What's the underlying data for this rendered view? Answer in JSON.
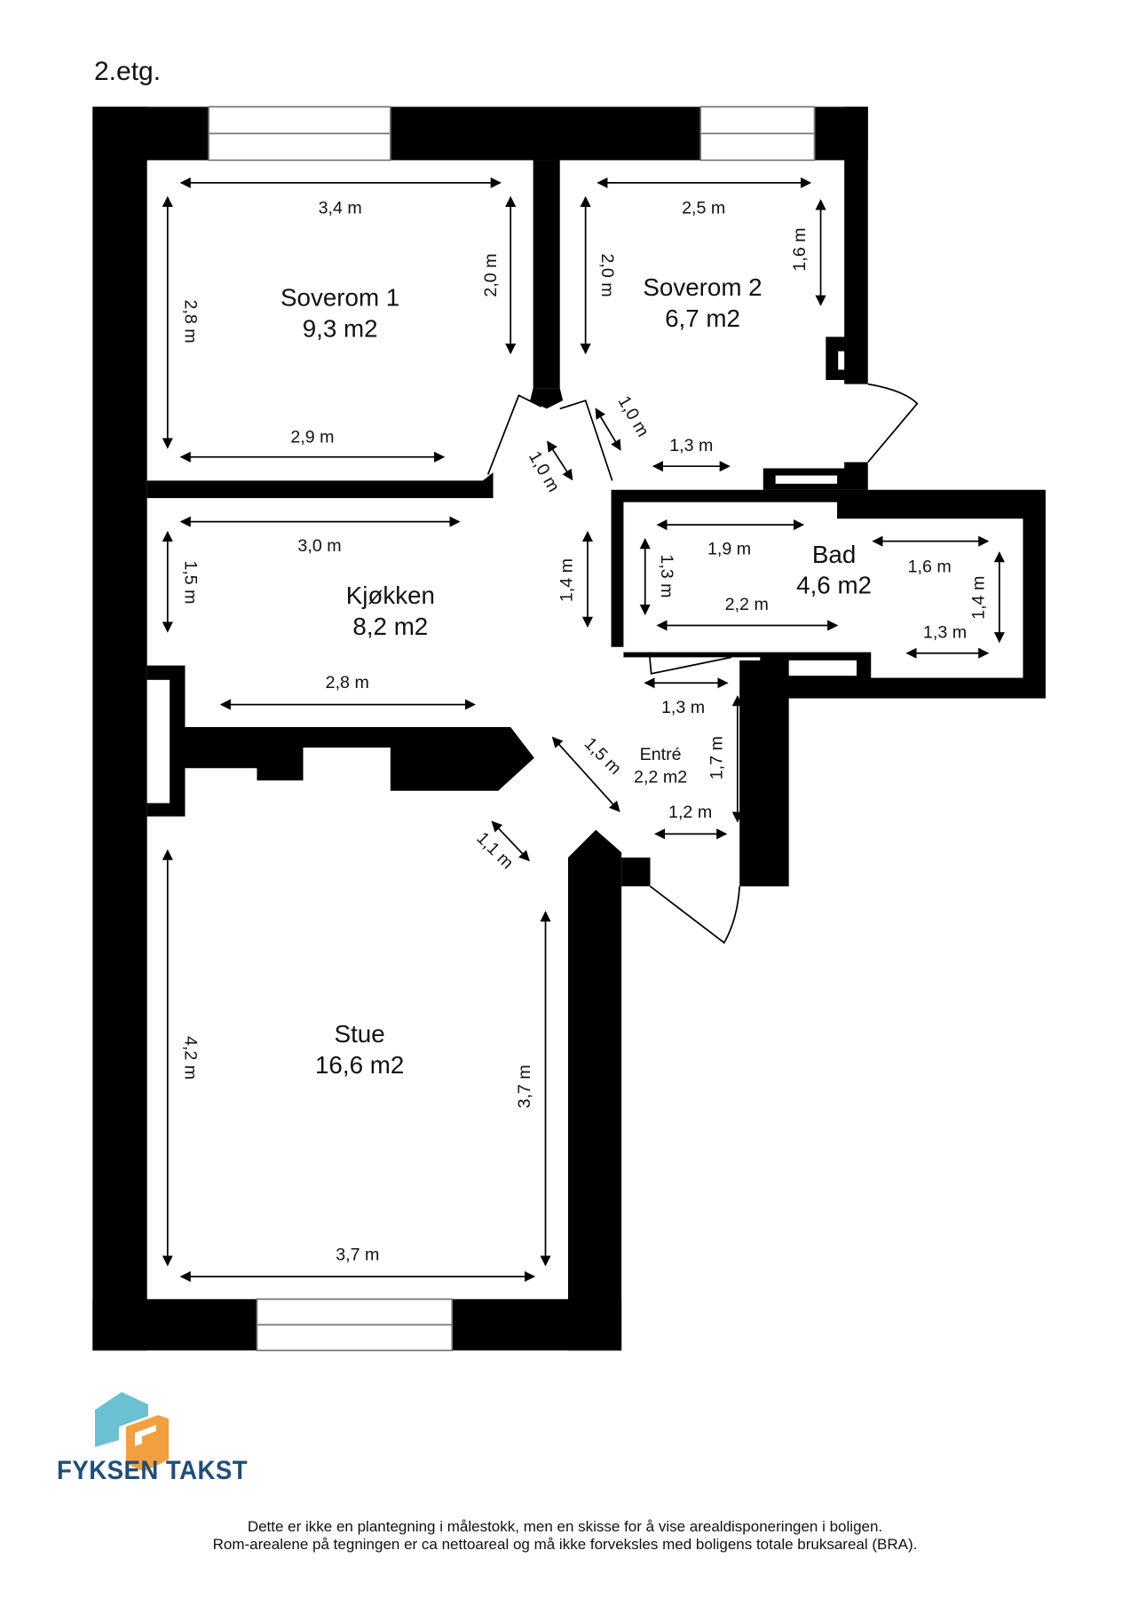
{
  "floor_label": "2.etg.",
  "rooms": [
    {
      "name": "Soverom 1",
      "area": "9,3 m2"
    },
    {
      "name": "Soverom 2",
      "area": "6,7 m2"
    },
    {
      "name": "Kjøkken",
      "area": "8,2 m2"
    },
    {
      "name": "Bad",
      "area": "4,6 m2"
    },
    {
      "name": "Entré",
      "area": "2,2 m2"
    },
    {
      "name": "Stue",
      "area": "16,6 m2"
    }
  ],
  "dimensions": {
    "soverom1": {
      "top": "3,4 m",
      "bottom": "2,9 m",
      "left": "2,8 m",
      "right": "2,0 m"
    },
    "soverom2": {
      "top": "2,5 m",
      "left": "2,0 m",
      "right": "1,6 m",
      "door": "1,0 m",
      "bottom": "1,3 m"
    },
    "hall": {
      "diag": "1,0 m"
    },
    "kjokken": {
      "top": "3,0 m",
      "bottom": "2,8 m",
      "left": "1,5 m",
      "right": "1,4 m"
    },
    "bad": {
      "top_left": "1,9 m",
      "left": "1,3 m",
      "bottom": "2,2 m",
      "top_right": "1,6 m",
      "right": "1,4 m",
      "bottom_right": "1,3 m"
    },
    "entre": {
      "top": "1,3 m",
      "diag": "1,5 m",
      "right": "1,7 m",
      "bottom": "1,2 m"
    },
    "stue": {
      "diag": "1,1 m",
      "left": "4,2 m",
      "right": "3,7 m",
      "bottom": "3,7 m"
    }
  },
  "brand": {
    "name": "FYKSEN TAKST",
    "colors": {
      "text": "#1f4e79",
      "teal": "#6cc0d4",
      "orange": "#f0a040"
    }
  },
  "disclaimer": {
    "line1": "Dette er ikke en plantegning i målestokk, men en skisse for å vise arealdisponeringen i boligen.",
    "line2": "Rom-arealene på tegningen er ca nettoareal og må ikke forveksles med boligens totale bruksareal (BRA)."
  }
}
